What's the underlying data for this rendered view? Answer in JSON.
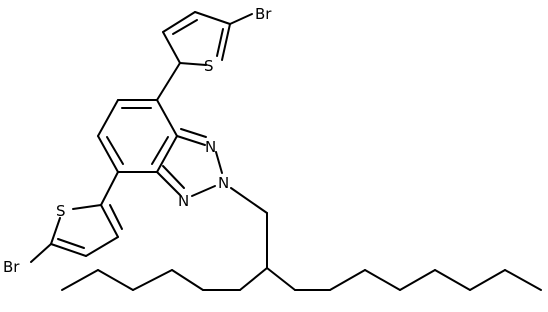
{
  "atoms": {
    "br_top": "Br",
    "s_top": "S",
    "n_top": "N",
    "n_mid": "N",
    "n_bottom": "N",
    "s_bottom": "S",
    "br_bottom": "Br"
  },
  "colors": {
    "bond": "#000000",
    "background": "#ffffff"
  }
}
